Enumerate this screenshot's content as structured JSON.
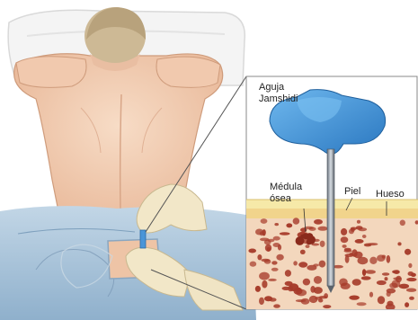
{
  "labels": {
    "needle_line1": "Aguja",
    "needle_line2": "Jamshidi",
    "marrow_line1": "Médula",
    "marrow_line2": "ósea",
    "skin": "Piel",
    "bone": "Hueso"
  },
  "colors": {
    "needle_blue": "#3a8fd6",
    "skin_tone": "#f2c9ae",
    "sheet_blue": "#a9c4da",
    "glove": "#efe4c6",
    "hair": "#c9b693",
    "bone_spot": "#a63b2a",
    "bone_bg": "#f3d7bd",
    "fat_layer": "#f6e9a8"
  }
}
